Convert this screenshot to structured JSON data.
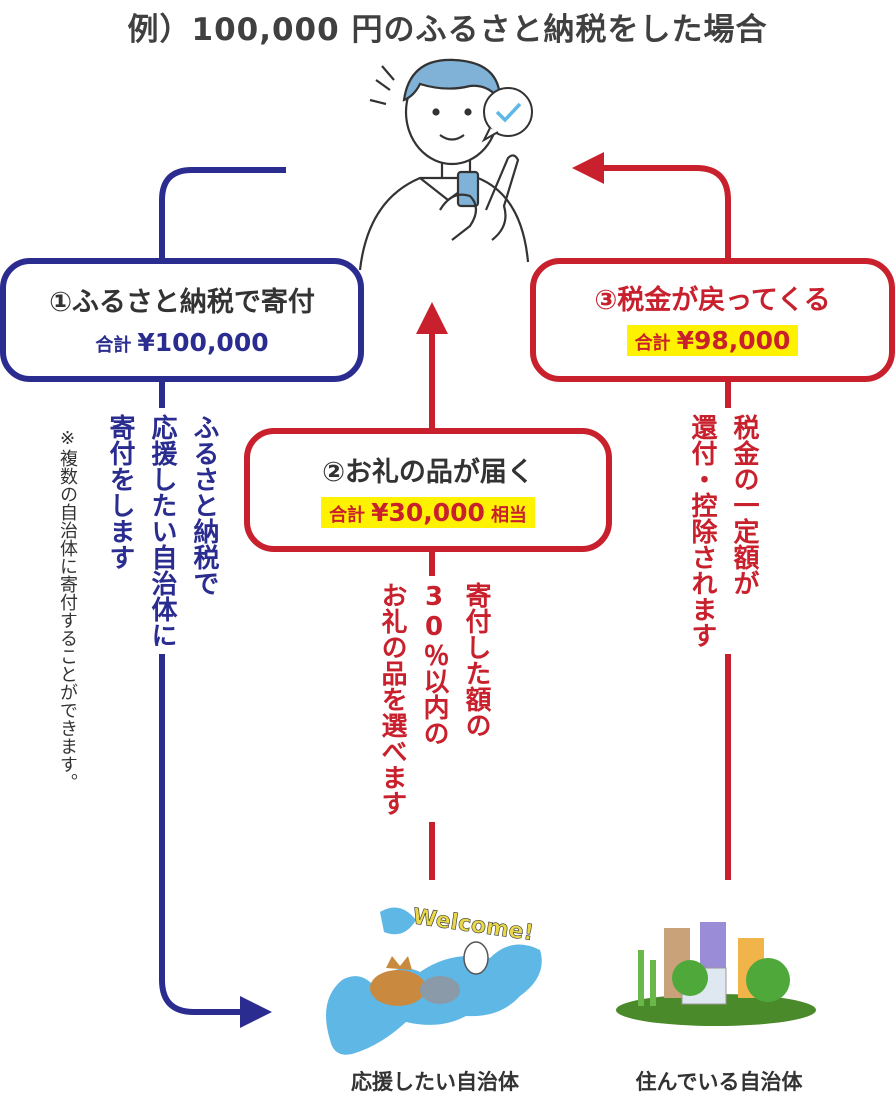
{
  "title": "例）100,000 円のふるさと納税をした場合",
  "steps": {
    "donate": {
      "title": "①ふるさと納税で寄付",
      "total_label": "合計",
      "total_value": "¥100,000",
      "desc_lines": [
        "ふるさと納税で",
        "応援したい自治体に",
        "寄付をします"
      ]
    },
    "gift": {
      "title": "②お礼の品が届く",
      "total_label": "合計",
      "total_value": "¥30,000",
      "total_suffix": "相当",
      "desc_lines": [
        "寄付した額の",
        "30％以内の",
        "お礼の品を選べます"
      ]
    },
    "refund": {
      "title": "③税金が戻ってくる",
      "total_label": "合計",
      "total_value": "¥98,000",
      "desc_lines": [
        "税金の一定額が",
        "還付・控除されます"
      ]
    }
  },
  "note": "※複数の自治体に寄付することができます。",
  "captions": {
    "support_municipality": "応援したい自治体",
    "home_municipality": "住んでいる自治体"
  },
  "illustrations": {
    "person": "person-with-smartphone-icon",
    "check_bubble": "check-speech-bubble-icon",
    "welcome_map": "welcome-map-animals-icon",
    "welcome_text": "Welcome!",
    "city": "city-buildings-icon"
  },
  "colors": {
    "blue": "#2a2d8f",
    "red": "#c8202c",
    "highlight": "#fff200",
    "person_hair": "#7fb2d6",
    "map_water": "#5fb7e6"
  }
}
